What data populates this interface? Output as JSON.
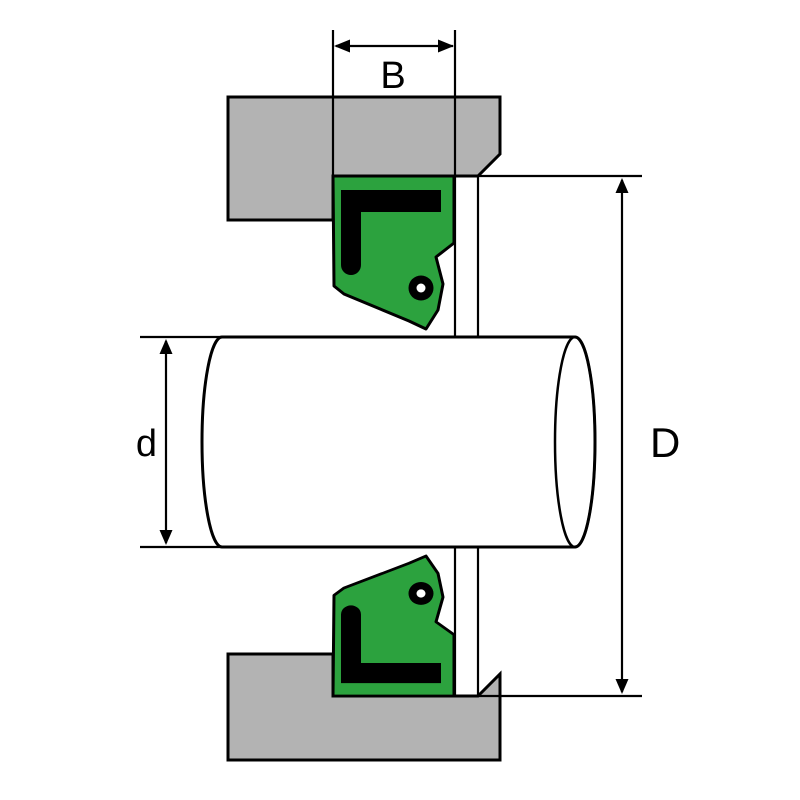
{
  "diagram": {
    "labels": {
      "seal_width": "B",
      "shaft_diameter": "d",
      "bore_diameter": "D"
    },
    "colors": {
      "seal_body": "#2ca23e",
      "housing": "#b3b3b3",
      "line": "#000000",
      "shaft_fill": "#ffffff",
      "case_insert": "#000000",
      "spring_center": "#ffffff"
    }
  }
}
